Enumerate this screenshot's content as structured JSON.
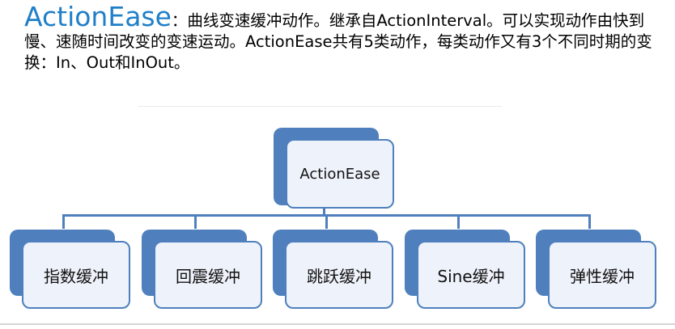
{
  "header": {
    "title": "ActionEase",
    "description": "：曲线变速缓冲动作。继承自ActionInterval。可以实现动作由快到慢、速随时间改变的变速运动。ActionEase共有5类动作，每类动作又有3个不同时期的变换：In、Out和InOut。"
  },
  "diagram": {
    "root": "ActionEase",
    "children": [
      "指数缓冲",
      "回震缓冲",
      "跳跃缓冲",
      "Sine缓冲",
      "弹性缓冲"
    ]
  },
  "colors": {
    "title": "#1f7fc8",
    "node_border": "#4f80bd",
    "node_fill": "#eef2fa",
    "connector": "#4f80bd"
  }
}
